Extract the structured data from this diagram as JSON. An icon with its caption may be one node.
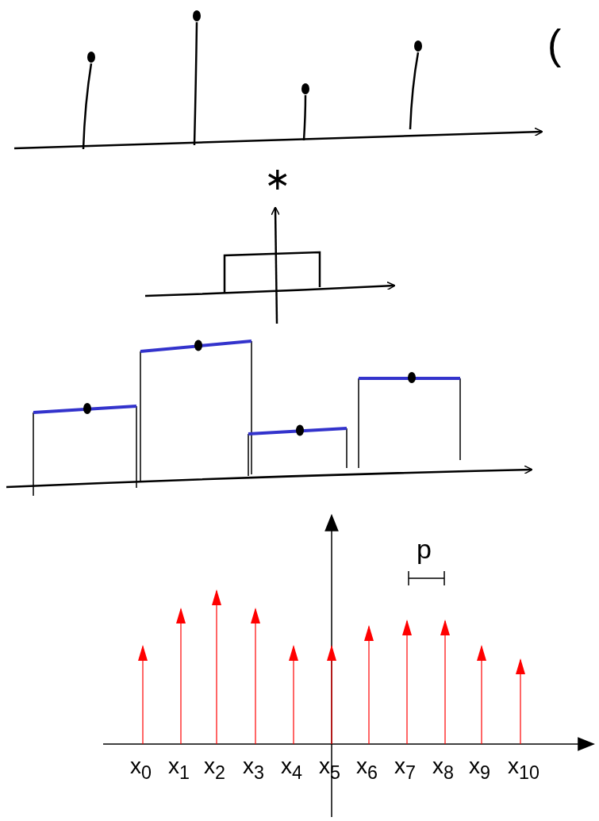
{
  "diagram": {
    "labels": [
      "(",
      "∗",
      "p",
      "x$_{0}$",
      "x$_{1}$",
      "x$_{2}$",
      "x$_{3}$",
      "x$_{4}$",
      "x$_{5}$",
      "x$_{6}$",
      "x$_{7}$",
      "x$_{8}$",
      "x$_{9}$",
      "x$_{10}$"
    ]
  }
}
